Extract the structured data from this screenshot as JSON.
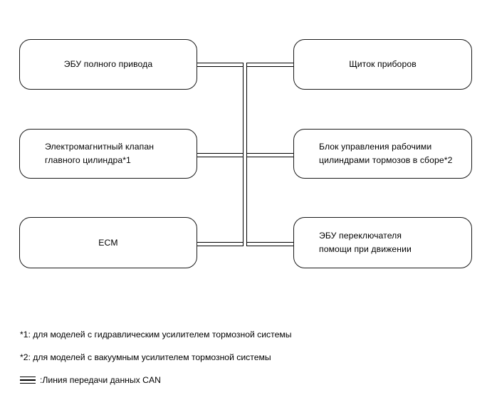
{
  "diagram": {
    "type": "can-bus-network",
    "nodes": [
      {
        "id": "awd-ecu",
        "label": "ЭБУ полного привода",
        "align": "center",
        "column": "left",
        "row": 1
      },
      {
        "id": "combination-meter",
        "label": "Щиток приборов",
        "align": "center",
        "column": "right",
        "row": 1
      },
      {
        "id": "master-cylinder-solenoid",
        "label": "Электромагнитный клапан\nглавного цилиндра*1",
        "align": "left",
        "column": "left",
        "row": 2
      },
      {
        "id": "brake-actuator",
        "label": "Блок управления рабочими\nцилиндрами тормозов в сборе*2",
        "align": "left",
        "column": "right",
        "row": 2
      },
      {
        "id": "ecm",
        "label": "ECM",
        "align": "center",
        "column": "left",
        "row": 3
      },
      {
        "id": "drive-assist-switch-ecu",
        "label": "ЭБУ переключателя\nпомощи при движении",
        "align": "left",
        "column": "right",
        "row": 3
      }
    ],
    "connections": {
      "bus_label": "Линия передачи данных CAN",
      "style": "double-line"
    }
  },
  "footnotes": [
    {
      "id": "note-1",
      "text": "*1: для моделей с гидравлическим усилителем тормозной системы"
    },
    {
      "id": "note-2",
      "text": "*2: для моделей с вакуумным усилителем тормозной системы"
    }
  ],
  "legend": {
    "separator": ": ",
    "label": "Линия передачи данных CAN"
  },
  "colors": {
    "line": "#000000",
    "box_border": "#1a1a1a",
    "background": "#ffffff",
    "text": "#000000"
  }
}
